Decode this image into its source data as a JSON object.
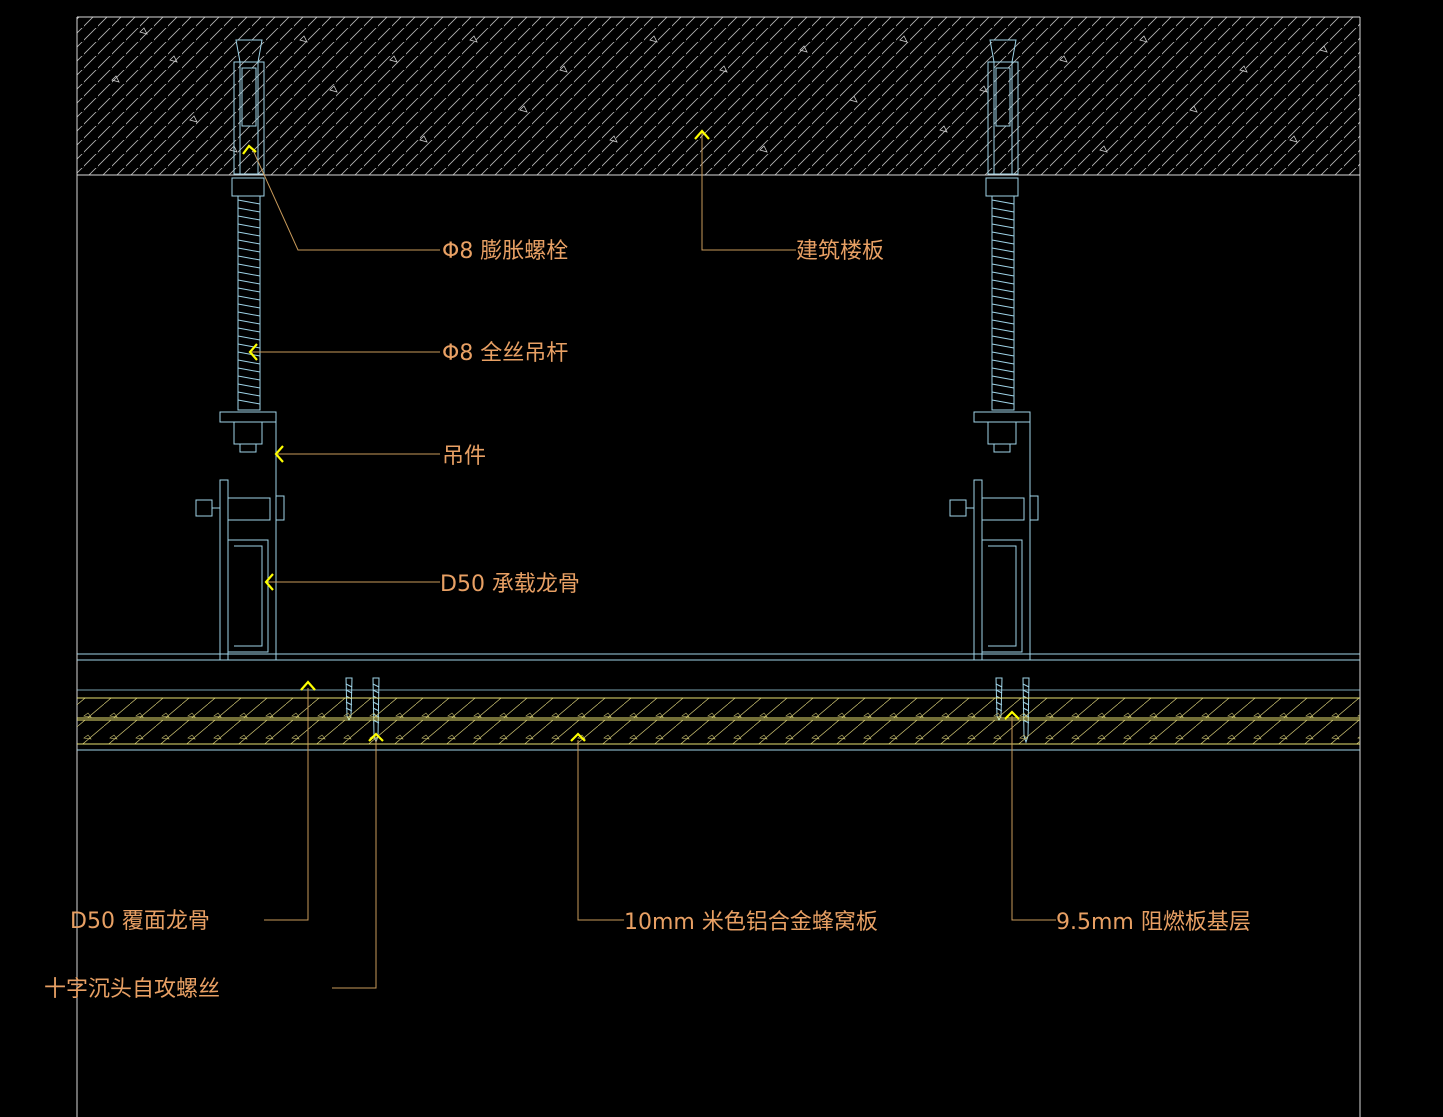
{
  "labels": {
    "expansion_bolt": "Φ8 膨胀螺栓",
    "floor_slab": "建筑楼板",
    "threaded_rod": "Φ8 全丝吊杆",
    "hanger": "吊件",
    "main_channel": "D50 承载龙骨",
    "cover_keel": "D50 覆面龙骨",
    "honeycomb_panel": "10mm 米色铝合金蜂窝板",
    "fireproof_board": "9.5mm 阻燃板基层",
    "tapping_screw": "十字沉头自攻螺丝"
  },
  "colors": {
    "background": "#000000",
    "frame_line": "#d8d8d8",
    "cyan_line": "#9fd4e8",
    "leader_line": "#c89a5a",
    "label_text": "#e8a064",
    "arrow_yellow": "#ffff00",
    "layer_yellow": "#e8e070"
  }
}
